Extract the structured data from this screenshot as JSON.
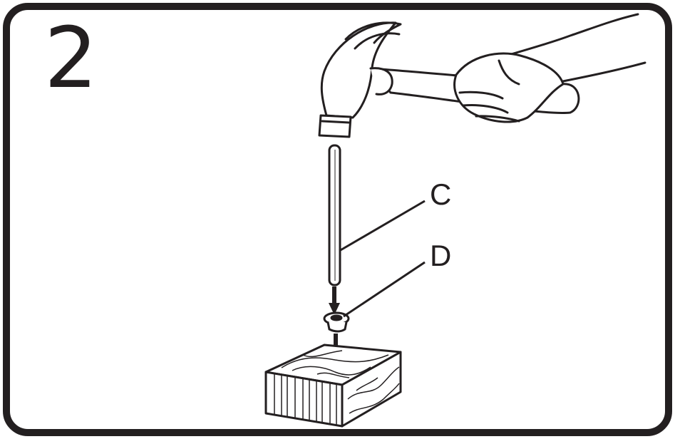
{
  "step": {
    "number": "2"
  },
  "callouts": {
    "c": "C",
    "d": "D"
  },
  "colors": {
    "ink": "#231f20",
    "paper": "#ffffff",
    "wood_grain": "#231f20"
  },
  "icons": {
    "hammer": "hammer-icon",
    "hand": "hand-icon",
    "dowel": "dowel-icon",
    "insert": "insert-cap-icon",
    "wood_block": "wood-block-icon",
    "arrow": "arrow-down-icon"
  }
}
